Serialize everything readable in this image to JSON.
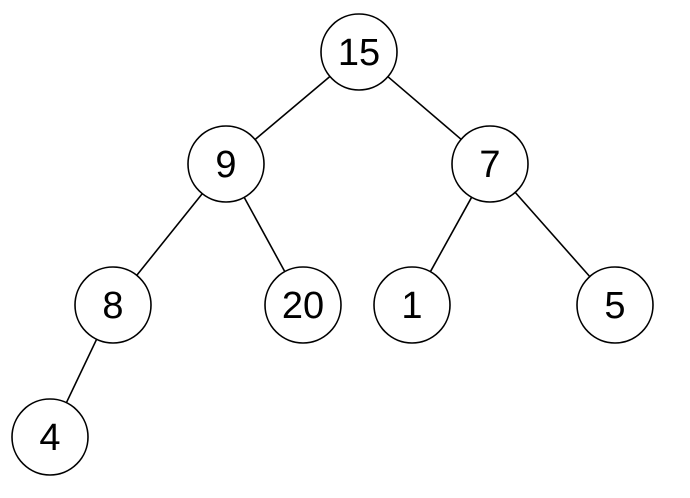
{
  "tree": {
    "nodes": [
      {
        "id": "n15",
        "label": "15"
      },
      {
        "id": "n9",
        "label": "9"
      },
      {
        "id": "n7",
        "label": "7"
      },
      {
        "id": "n8",
        "label": "8"
      },
      {
        "id": "n20",
        "label": "20"
      },
      {
        "id": "n1",
        "label": "1"
      },
      {
        "id": "n5",
        "label": "5"
      },
      {
        "id": "n4",
        "label": "4"
      }
    ],
    "edges": [
      {
        "from": "n15",
        "to": "n9"
      },
      {
        "from": "n15",
        "to": "n7"
      },
      {
        "from": "n9",
        "to": "n8"
      },
      {
        "from": "n9",
        "to": "n20"
      },
      {
        "from": "n7",
        "to": "n1"
      },
      {
        "from": "n7",
        "to": "n5"
      },
      {
        "from": "n8",
        "to": "n4"
      }
    ]
  }
}
